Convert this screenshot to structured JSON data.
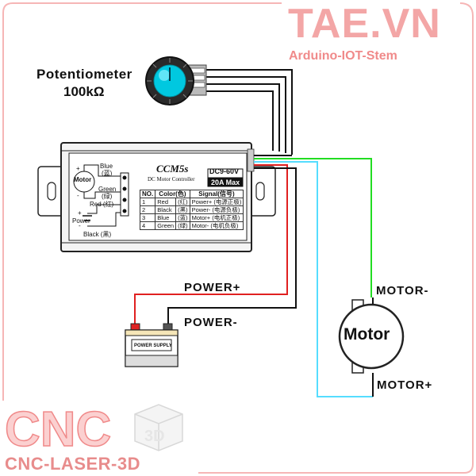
{
  "brand": {
    "name": "TAE.VN",
    "tagline": "Arduino-IOT-Stem",
    "footer": "CNC-LASER-3D",
    "logo_text": "CNC",
    "logo_cube_text": "3D"
  },
  "potentiometer": {
    "title": "Potentiometer",
    "value": "100kΩ"
  },
  "controller": {
    "name": "CCM5s",
    "subtitle": "DC Motor Controller",
    "voltage": "DC9-60V",
    "current": "20A Max",
    "motor_label": "Motor",
    "terminal_labels": {
      "blue": "Blue",
      "blue_cn": "(蓝)",
      "green": "Green",
      "green_cn": "(绿)",
      "red": "Red (红)",
      "power": "Power",
      "black": "Black (黑)",
      "plus1": "+",
      "minus1": "-",
      "plus2": "+",
      "minus2": "-"
    },
    "table": {
      "headers": [
        "NO.",
        "Color(色)",
        "Signal(信号)"
      ],
      "rows": [
        [
          "1",
          "Red",
          "(红)",
          "Power+ (电源正极)"
        ],
        [
          "2",
          "Black",
          "(黑)",
          "Power- (电源负极)"
        ],
        [
          "3",
          "Blue",
          "(蓝)",
          "Motor+ (电机正极)"
        ],
        [
          "4",
          "Green",
          "(绿)",
          "Motor- (电机负极)"
        ]
      ]
    }
  },
  "power_supply": {
    "label": "POWER SUPPLY"
  },
  "motor": {
    "label": "Motor"
  },
  "wires": {
    "power_pos": "POWER+",
    "power_neg": "POWER-",
    "motor_neg": "MOTOR-",
    "motor_pos": "MOTOR+"
  },
  "colors": {
    "red_wire": "#e02020",
    "black_wire": "#111111",
    "green_wire": "#22dd22",
    "blue_wire": "#55ddff",
    "brand": "#f3a6a6",
    "knob": "#00c8e0"
  }
}
